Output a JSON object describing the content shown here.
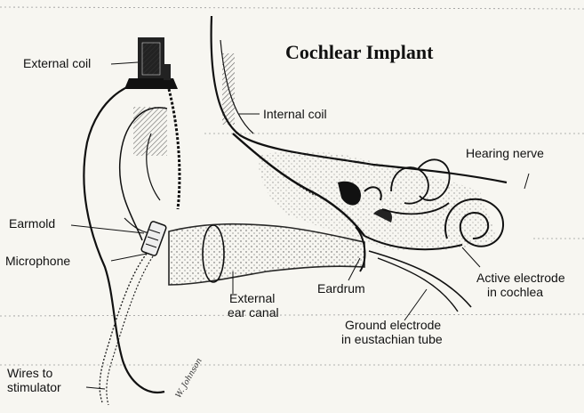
{
  "title": "Cochlear Implant",
  "labels": {
    "external_coil": "External coil",
    "internal_coil": "Internal coil",
    "hearing_nerve": "Hearing nerve",
    "earmold": "Earmold",
    "microphone": "Microphone",
    "external_ear_canal_1": "External",
    "external_ear_canal_2": "ear canal",
    "eardrum": "Eardrum",
    "active_electrode_1": "Active electrode",
    "active_electrode_2": "in cochlea",
    "ground_electrode_1": "Ground electrode",
    "ground_electrode_2": "in eustachian tube",
    "wires_1": "Wires to",
    "wires_2": "stimulator"
  },
  "signature": "W. Johnson"
}
